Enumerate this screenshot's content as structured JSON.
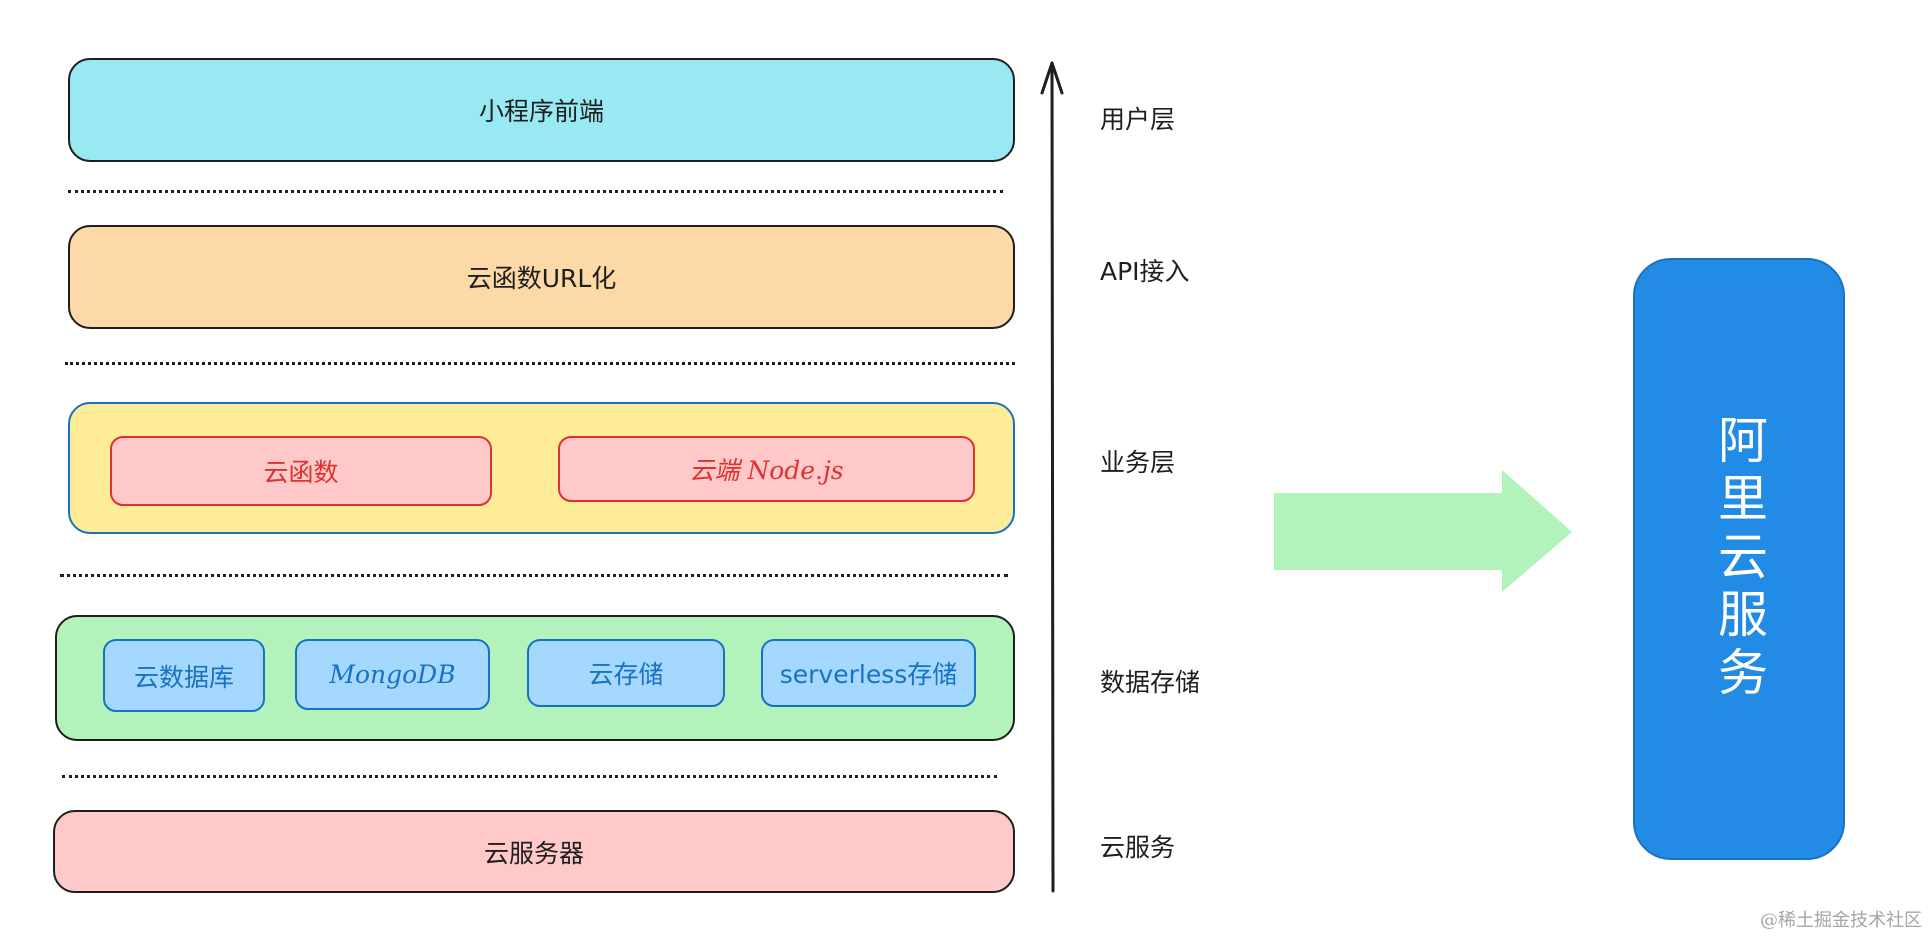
{
  "layers": {
    "frontend": {
      "label": "小程序前端",
      "color": "#99e9f2"
    },
    "api": {
      "label": "云函数URL化",
      "color": "#fcd9a6"
    },
    "business": {
      "color": "#ffec99",
      "items": [
        "云函数",
        "云端 Node.js"
      ]
    },
    "data": {
      "color": "#b2f2bb",
      "items": [
        "云数据库",
        "MongoDB",
        "云存储",
        "serverless存储"
      ]
    },
    "server": {
      "label": "云服务器",
      "color": "#ffc9c9"
    }
  },
  "side_labels": [
    "用户层",
    "API接入",
    "业务层",
    "数据存储",
    "云服务"
  ],
  "target": {
    "label": "阿里云服务",
    "color": "#228be6"
  },
  "arrow_color": "#b2f2bb",
  "watermark": "@稀土掘金技术社区"
}
